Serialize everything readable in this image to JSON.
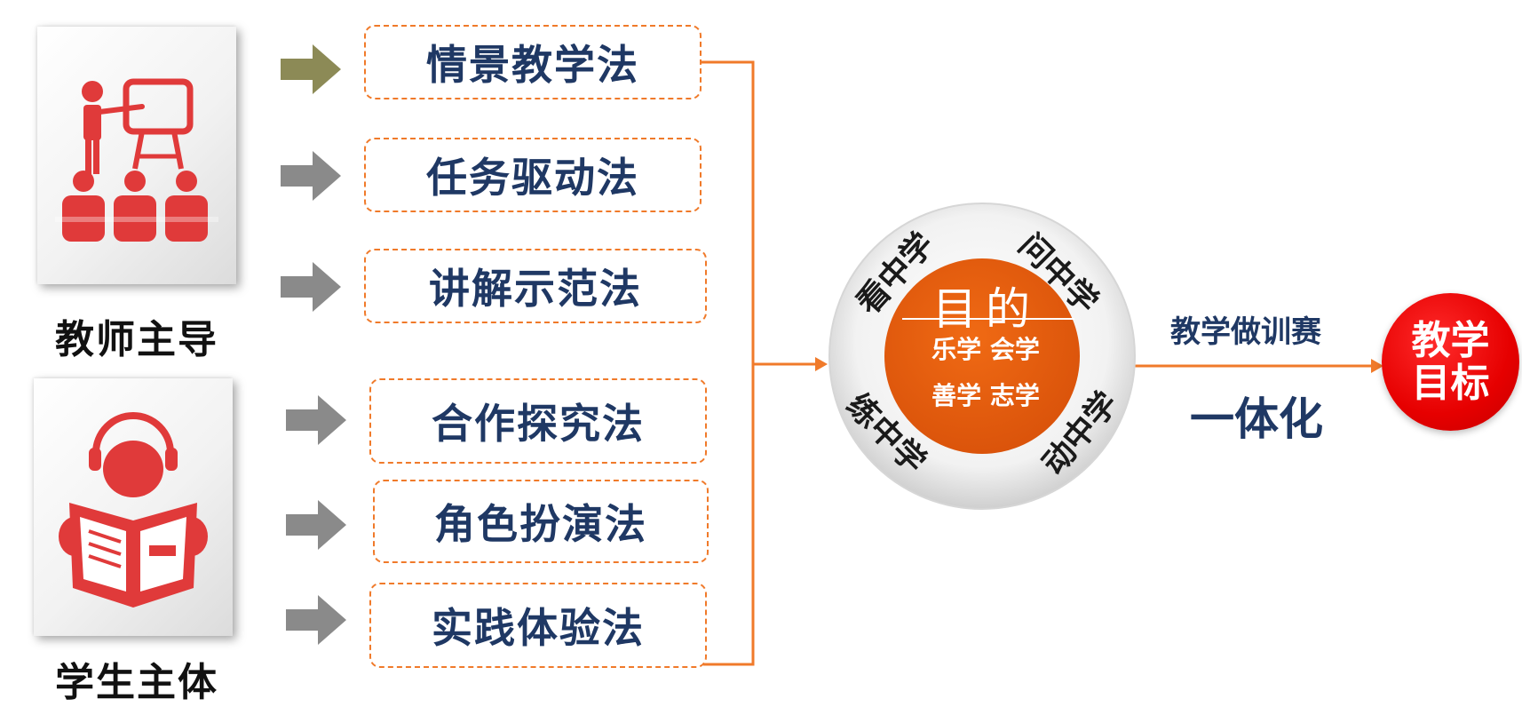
{
  "colors": {
    "accent_orange": "#f07a2a",
    "hub_orange": "#e85c0d",
    "navy": "#1f3864",
    "icon_red": "#e03a3a",
    "goal_red": "#e60000",
    "arrow_olive": "#8c8a56",
    "arrow_gray": "#8a8a8a"
  },
  "groups": [
    {
      "caption": "教师主导",
      "icon": "teacher-presentation-icon"
    },
    {
      "caption": "学生主体",
      "icon": "student-reading-icon"
    }
  ],
  "methods": [
    {
      "label": "情景教学法",
      "arrow_color": "olive"
    },
    {
      "label": "任务驱动法",
      "arrow_color": "gray"
    },
    {
      "label": "讲解示范法",
      "arrow_color": "gray"
    },
    {
      "label": "合作探究法",
      "arrow_color": "gray"
    },
    {
      "label": "角色扮演法",
      "arrow_color": "gray"
    },
    {
      "label": "实践体验法",
      "arrow_color": "gray"
    }
  ],
  "hub": {
    "title": "目的",
    "inner_line1": "乐学 会学",
    "inner_line2": "善学 志学",
    "ring_labels": [
      "看中学",
      "问中学",
      "练中学",
      "动中学"
    ]
  },
  "integration": {
    "top_label": "教学做训赛",
    "bottom_label": "一体化"
  },
  "goal": {
    "line1": "教学",
    "line2": "目标"
  }
}
